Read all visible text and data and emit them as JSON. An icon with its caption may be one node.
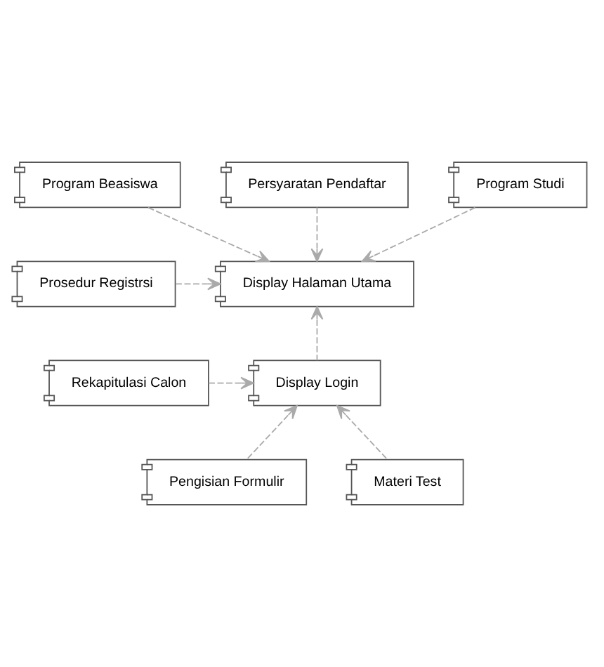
{
  "diagram": {
    "nodes": [
      {
        "text": [
          "Program Beasiswa"
        ]
      },
      {
        "text": [
          "Persyaratan Pendaftar"
        ]
      },
      {
        "text": [
          "Program Studi"
        ]
      },
      {
        "text": [
          "Display Halaman Utama"
        ]
      },
      {
        "text": [
          "Prosedur Registrsi"
        ]
      },
      {
        "text": [
          "Display Login"
        ]
      },
      {
        "text": [
          "Rekapitulasi Calon"
        ]
      },
      {
        "text": [
          "Pengisian Formulir"
        ]
      },
      {
        "text": [
          "Materi Test"
        ]
      }
    ],
    "edges": [
      {
        "from": 0,
        "to": 3,
        "arrow": "to",
        "style": "dashed"
      },
      {
        "from": 1,
        "to": 3,
        "arrow": "to",
        "style": "dashed"
      },
      {
        "from": 2,
        "to": 3,
        "arrow": "to",
        "style": "dashed"
      },
      {
        "from": 4,
        "to": 3,
        "arrow": "to",
        "style": "dashed"
      },
      {
        "from": 5,
        "to": 3,
        "arrow": "to",
        "style": "dashed"
      },
      {
        "from": 6,
        "to": 5,
        "arrow": "to",
        "style": "dashed"
      },
      {
        "from": 7,
        "to": 5,
        "arrow": "to",
        "style": "dashed"
      },
      {
        "from": 8,
        "to": 5,
        "arrow": "to",
        "style": "dashed"
      }
    ]
  }
}
